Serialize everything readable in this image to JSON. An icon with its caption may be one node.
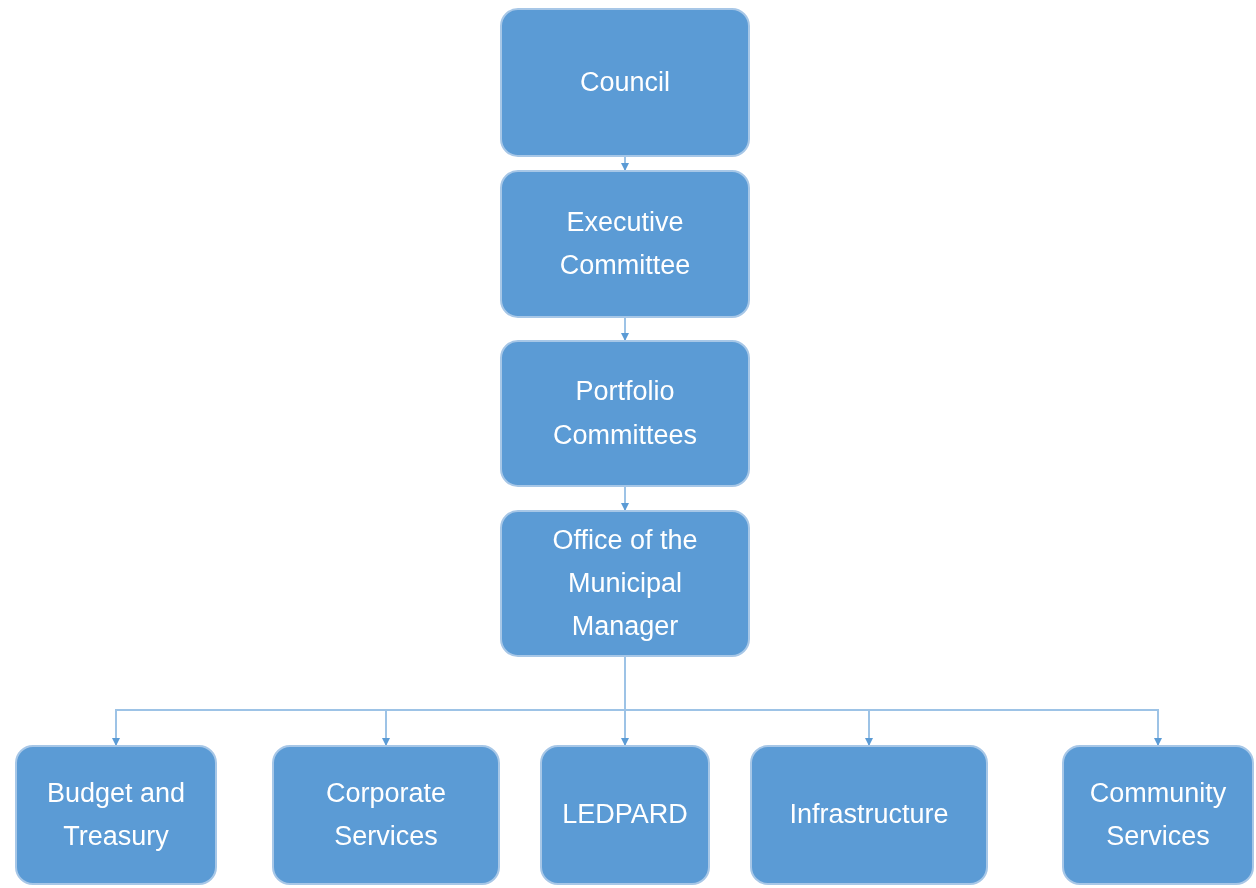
{
  "diagram": {
    "nodes": [
      {
        "text": [
          "Council"
        ]
      },
      {
        "text": [
          "Executive Committee"
        ]
      },
      {
        "text": [
          "Portfolio Committees"
        ]
      },
      {
        "text": [
          "Office of the Municipal Manager"
        ]
      },
      {
        "text": [
          "Budget and Treasury"
        ]
      },
      {
        "text": [
          "Corporate Services"
        ]
      },
      {
        "text": [
          "LEDPARD"
        ]
      },
      {
        "text": [
          "Infrastructure"
        ]
      },
      {
        "text": [
          "Community Services"
        ]
      }
    ],
    "edges": [
      {
        "from": 0,
        "to": 1,
        "arrow": "to"
      },
      {
        "from": 1,
        "to": 2,
        "arrow": "to"
      },
      {
        "from": 2,
        "to": 3,
        "arrow": "to"
      },
      {
        "from": 3,
        "to": 4,
        "arrow": "to"
      },
      {
        "from": 3,
        "to": 5,
        "arrow": "to"
      },
      {
        "from": 3,
        "to": 6,
        "arrow": "to"
      },
      {
        "from": 3,
        "to": 7,
        "arrow": "to"
      },
      {
        "from": 3,
        "to": 8,
        "arrow": "to"
      }
    ]
  }
}
